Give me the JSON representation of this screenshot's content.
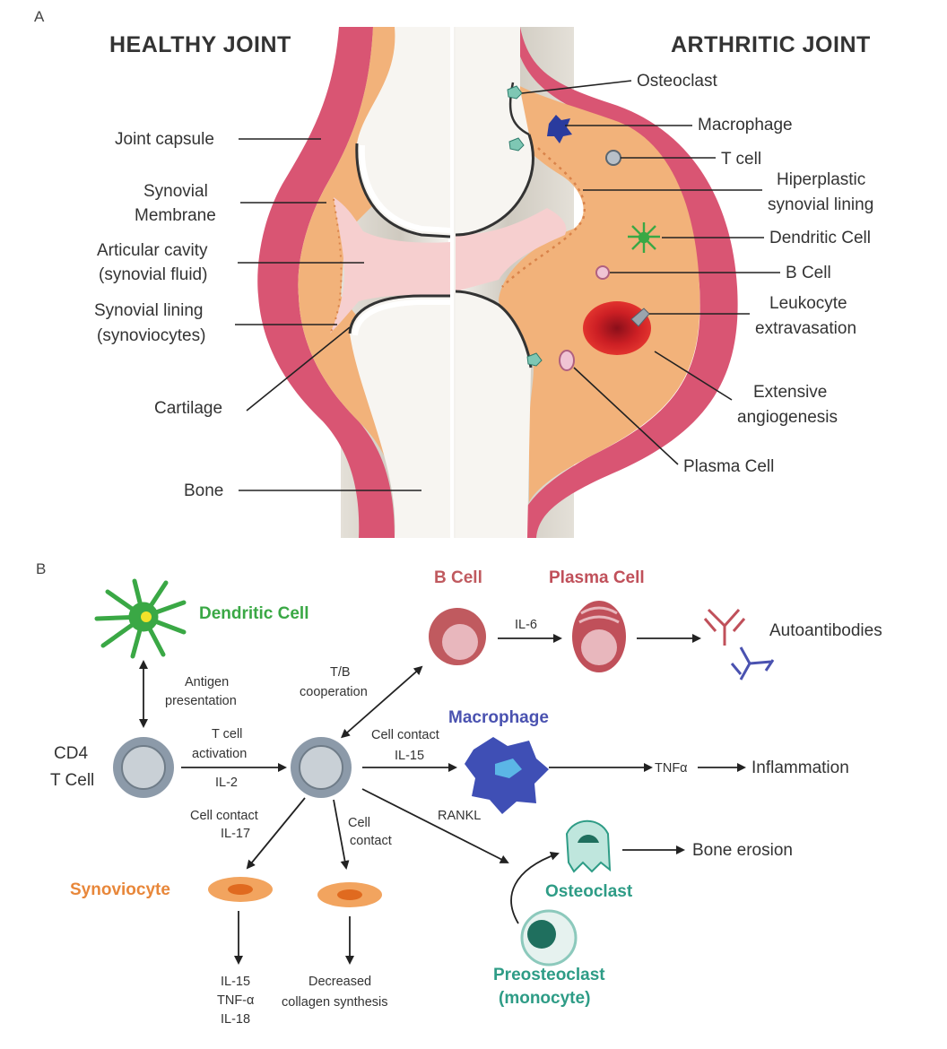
{
  "panel_a": {
    "letter": "A",
    "healthy_title": "HEALTHY JOINT",
    "arthritic_title": "ARTHRITIC JOINT",
    "healthy_labels": {
      "joint_capsule": "Joint capsule",
      "synovial_membrane_1": "Synovial",
      "synovial_membrane_2": "Membrane",
      "articular_cavity_1": "Articular cavity",
      "articular_cavity_2": "(synovial fluid)",
      "synovial_lining_1": "Synovial lining",
      "synovial_lining_2": "(synoviocytes)",
      "cartilage": "Cartilage",
      "bone": "Bone"
    },
    "arthritic_labels": {
      "osteoclast": "Osteoclast",
      "macrophage": "Macrophage",
      "t_cell": "T cell",
      "hyperplastic_1": "Hiperplastic",
      "hyperplastic_2": "synovial lining",
      "dendritic_cell": "Dendritic Cell",
      "b_cell": "B Cell",
      "leukocyte_1": "Leukocyte",
      "leukocyte_2": "extravasation",
      "angiogenesis_1": "Extensive",
      "angiogenesis_2": "angiogenesis",
      "plasma_cell": "Plasma Cell"
    }
  },
  "panel_b": {
    "letter": "B",
    "dendritic_cell": "Dendritic Cell",
    "antigen_1": "Antigen",
    "antigen_2": "presentation",
    "cd4_1": "CD4",
    "cd4_2": "T Cell",
    "activation_1": "T cell",
    "activation_2": "activation",
    "activation_3": "IL-2",
    "tb_1": "T/B",
    "tb_2": "cooperation",
    "b_cell": "B Cell",
    "plasma_cell": "Plasma Cell",
    "il6": "IL-6",
    "autoantibodies": "Autoantibodies",
    "macrophage": "Macrophage",
    "cell_contact_il15_1": "Cell contact",
    "cell_contact_il15_2": "IL-15",
    "tnfa": "TNFα",
    "inflammation": "Inflammation",
    "rankl": "RANKL",
    "osteoclast": "Osteoclast",
    "bone_erosion": "Bone erosion",
    "preosteoclast_1": "Preosteoclast",
    "preosteoclast_2": "(monocyte)",
    "cell_contact_il17_1": "Cell contact",
    "cell_contact_il17_2": "IL-17",
    "cell_contact_1": "Cell",
    "cell_contact_2": "contact",
    "synoviocyte": "Synoviocyte",
    "cytokines_1": "IL-15",
    "cytokines_2": "TNF-α",
    "cytokines_3": "IL-18",
    "decreased_1": "Decreased",
    "decreased_2": "collagen synthesis"
  },
  "colors": {
    "capsule": "#d95573",
    "synovium": "#f2b27a",
    "fluid": "#f6cfcf",
    "bone": "#ddd8cf",
    "dendritic": "#3aa845",
    "b_cell": "#c05a5f",
    "plasma": "#c0505a",
    "macrophage": "#4a52b0",
    "synoviocyte": "#e8873a",
    "osteoclast": "#2e9c86",
    "t_cell": "#8c9aa9"
  }
}
